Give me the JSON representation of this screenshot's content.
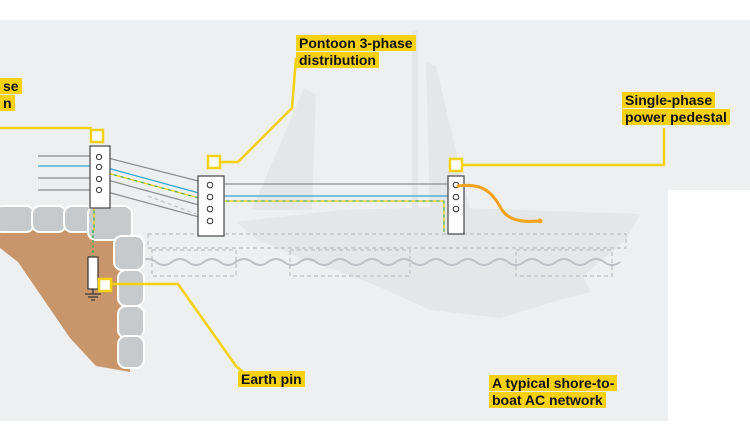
{
  "labels": {
    "pontoon_line1": "Pontoon 3-phase",
    "pontoon_line2": "distribution",
    "single_line1": "Single-phase",
    "single_line2": "power pedestal",
    "partial_line1": "se",
    "partial_line2": "n",
    "earth": "Earth pin",
    "caption_line1": "A typical shore-to-",
    "caption_line2": "boat AC network"
  },
  "colors": {
    "accent": "#f6d112",
    "background_panel": "#edeff1",
    "boat": "#e4e6e8",
    "dashed_outline": "#c3c6ca",
    "water": "#bcbfc3",
    "earth_soil": "#c8966a",
    "stone": "#c6cacd",
    "cable_grey": "#8a8d91",
    "cable_live": "#2fa7d2",
    "cable_earth_green": "#4caf50",
    "cable_earth_yellow": "#f6d112",
    "shore_cable": "#f2a21c"
  },
  "icons": [
    "ground-symbol-icon",
    "outlet-socket-icon"
  ]
}
